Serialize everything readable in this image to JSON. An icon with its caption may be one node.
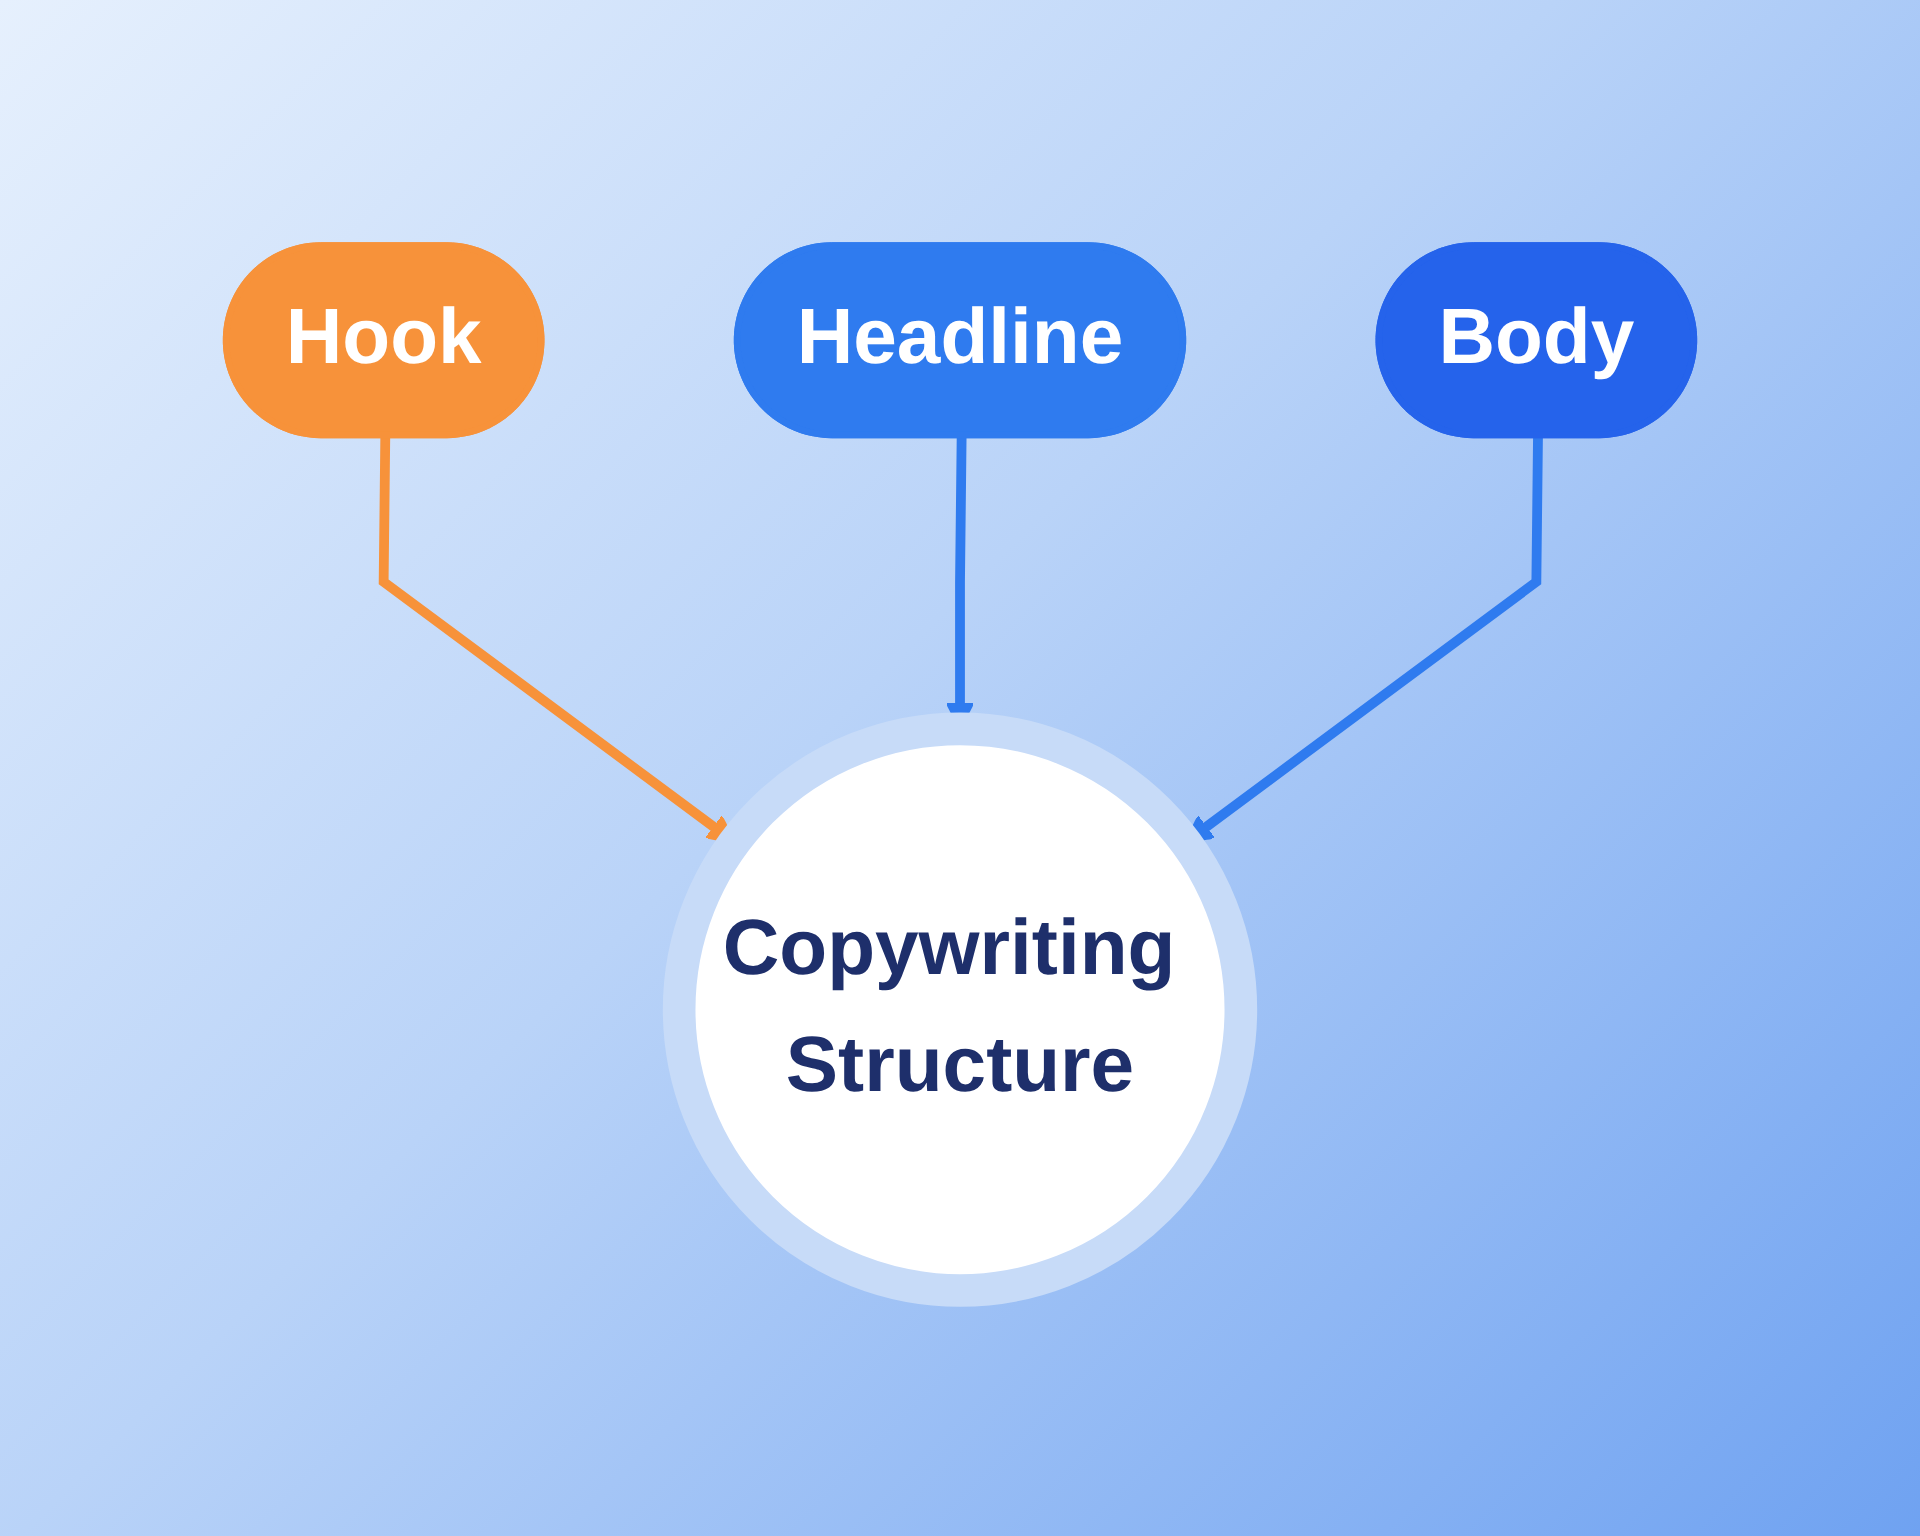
{
  "diagram": {
    "nodes": [
      {
        "text": [
          "Headline"
        ]
      },
      {
        "text": [
          "Hook"
        ]
      },
      {
        "text": [
          "Body"
        ]
      },
      {
        "text": [
          "Copywriting Structure"
        ]
      }
    ],
    "edges": [
      {
        "from": 1,
        "to": 3,
        "arrow": "to",
        "color": "#f7923a"
      },
      {
        "from": 0,
        "to": 3,
        "arrow": "to"
      },
      {
        "from": 2,
        "to": 3,
        "arrow": "to"
      }
    ]
  }
}
